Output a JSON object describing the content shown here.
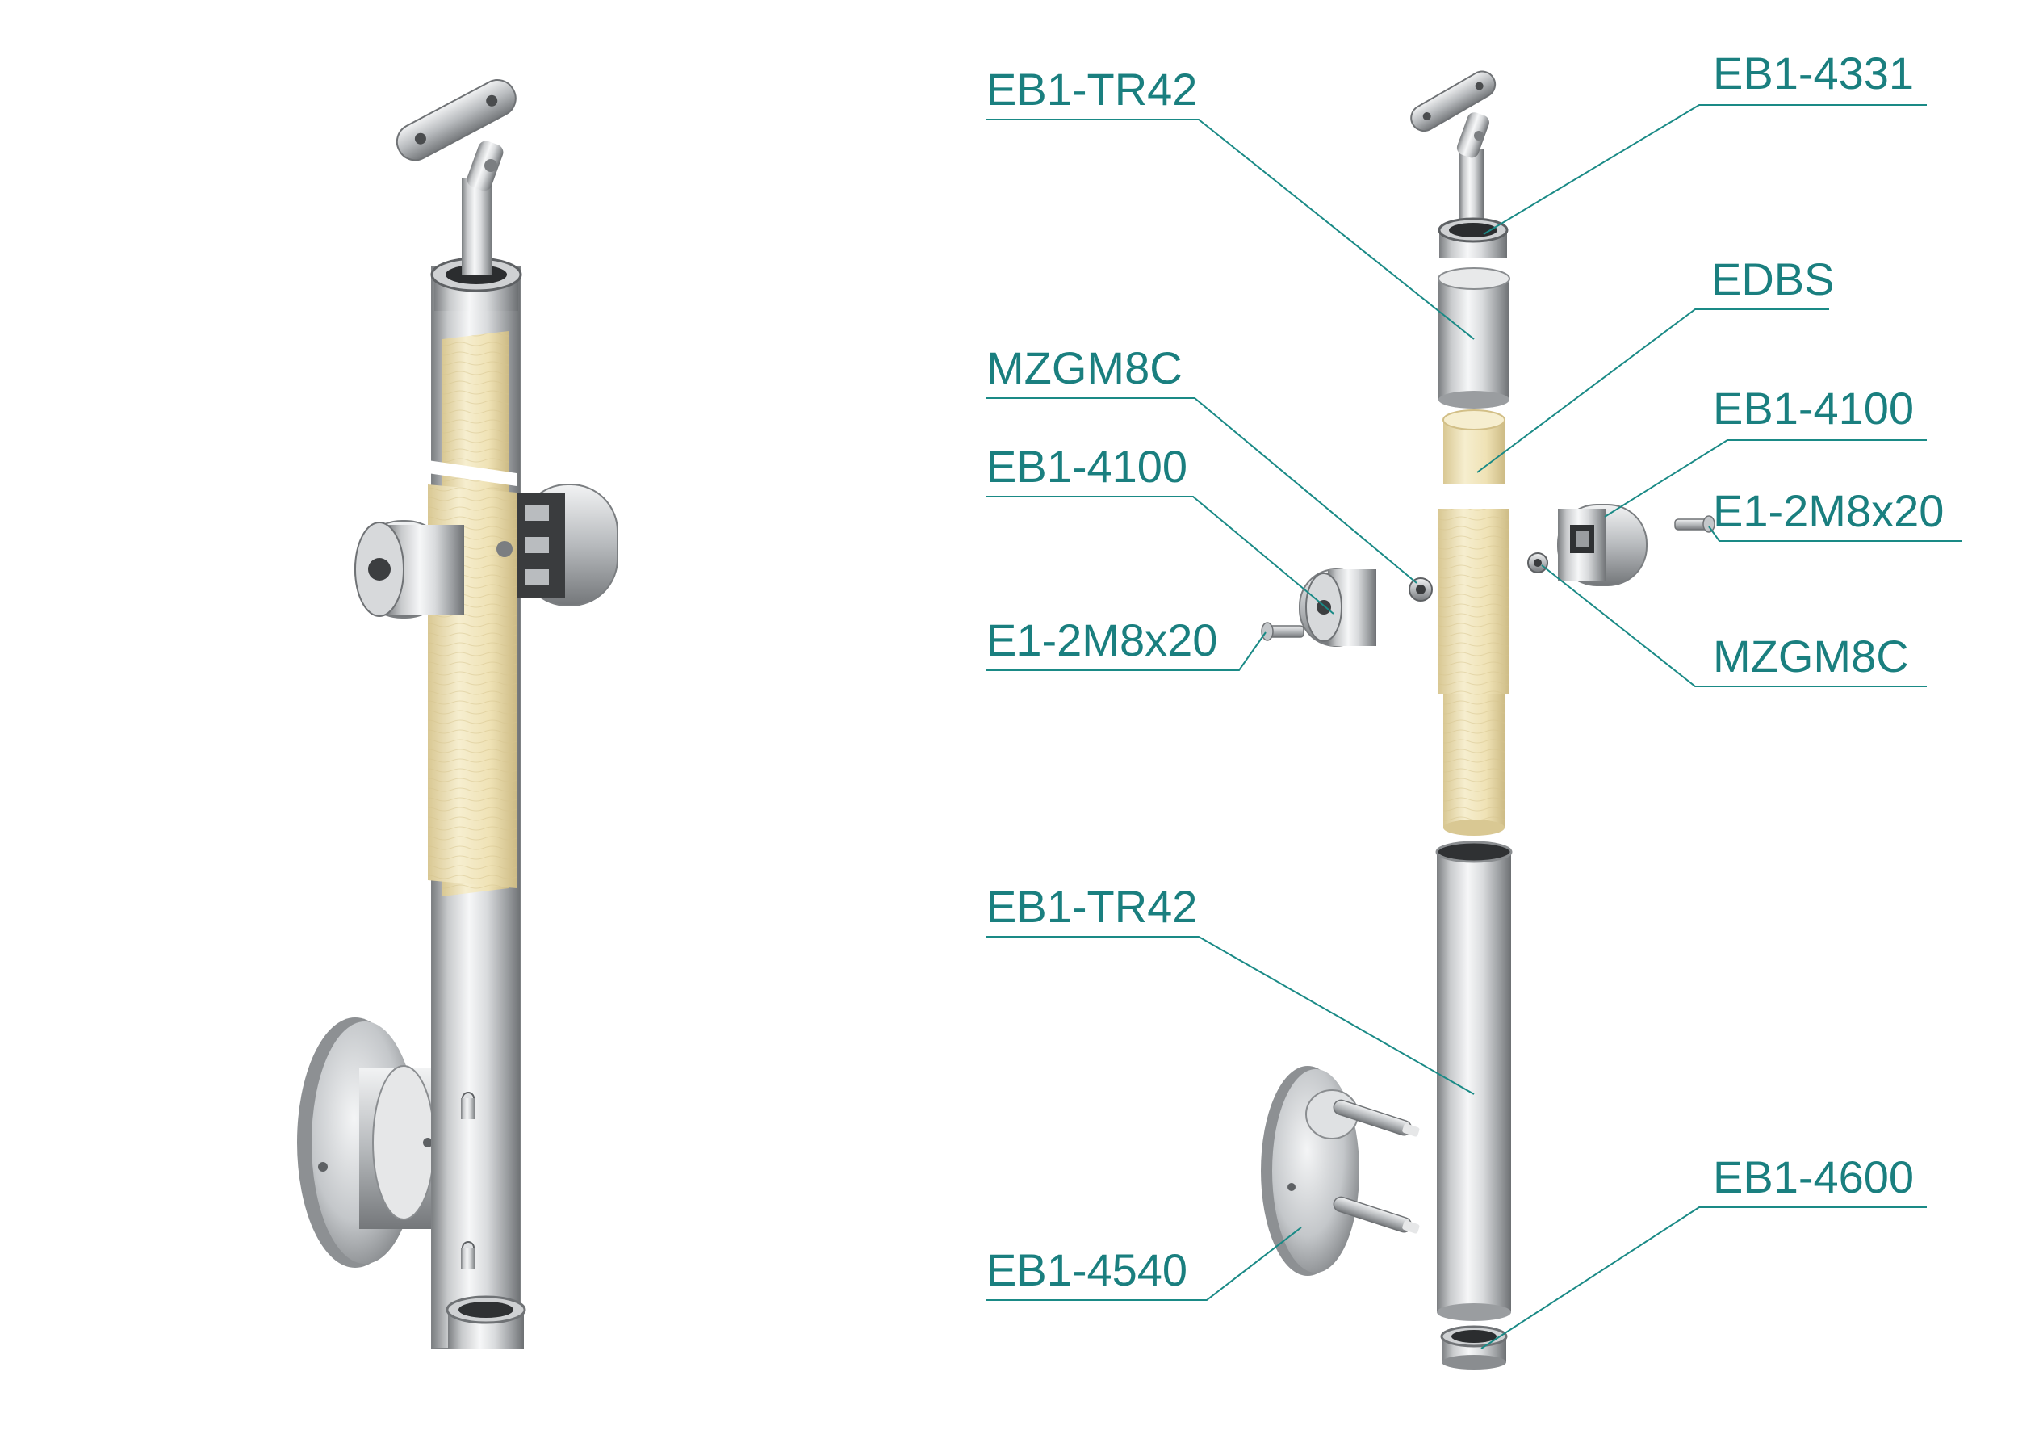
{
  "colors": {
    "label": "#1a7f7f",
    "leader": "#1a8a86",
    "steel_dark": "#6f7275",
    "steel_mid": "#b9bcbf",
    "steel_light": "#f3f4f5",
    "wood_dark": "#d8c690",
    "wood_light": "#f4ebc9"
  },
  "callouts": {
    "tr42_top": "EB1-TR42",
    "b4331": "EB1-4331",
    "edbs": "EDBS",
    "mzgm8c_left": "MZGM8C",
    "b4100_right": "EB1-4100",
    "b4100_left": "EB1-4100",
    "e1_right": "E1-2M8x20",
    "e1_left": "E1-2M8x20",
    "mzgm8c_right": "MZGM8C",
    "tr42_bottom": "EB1-TR42",
    "b4600": "EB1-4600",
    "b4540": "EB1-4540"
  }
}
